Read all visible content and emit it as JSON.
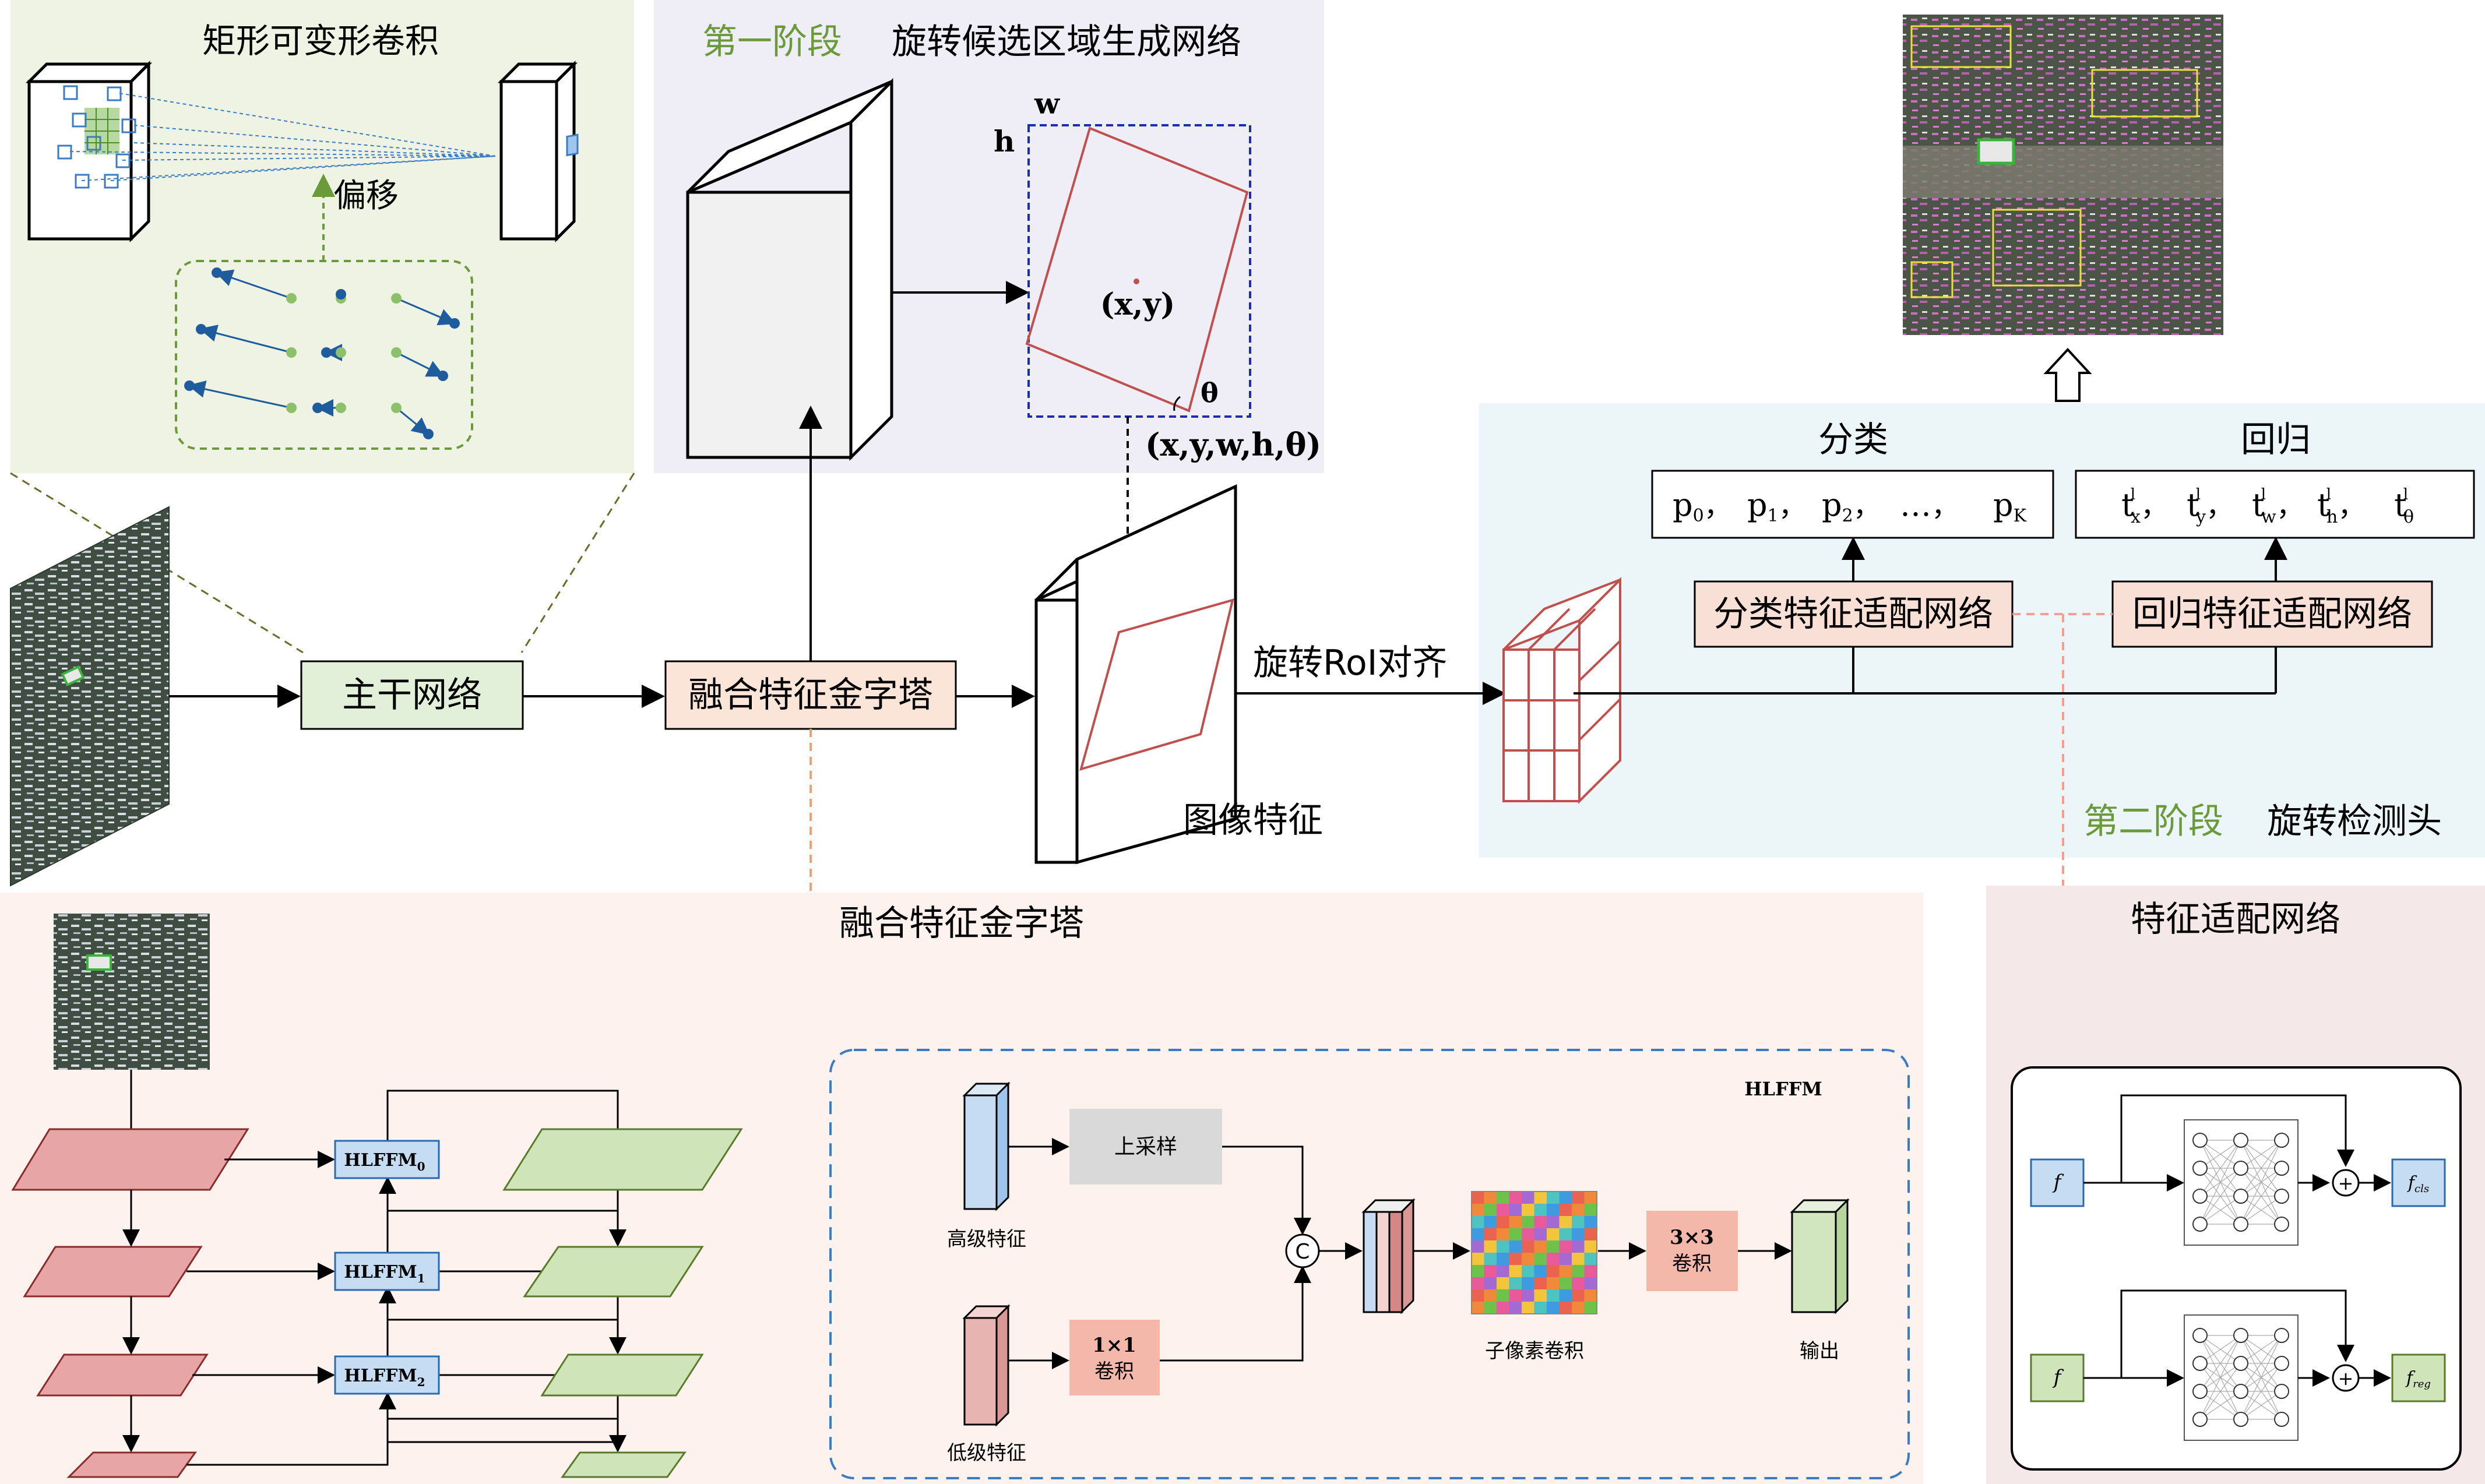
{
  "deform": {
    "title": "矩形可变形卷积",
    "offset": "偏移"
  },
  "stage1": {
    "tag": "第一阶段",
    "title": "旋转候选区域生成网络",
    "w": "w",
    "h": "h",
    "center": "(x,y)",
    "theta": "θ",
    "params": "(x,y,w,h,θ)"
  },
  "backbone": {
    "label": "主干网络"
  },
  "fpn": {
    "label": "融合特征金字塔"
  },
  "image_feature": {
    "label": "图像特征"
  },
  "roi": {
    "label": "旋转RoI对齐"
  },
  "stage2": {
    "cls_title": "分类",
    "reg_title": "回归",
    "cls_probs": [
      "p",
      "p",
      "p",
      "…",
      "p"
    ],
    "cls_subs": [
      "0",
      "1",
      "2",
      "",
      "K"
    ],
    "reg_t": [
      "t",
      "t",
      "t",
      "t",
      "t"
    ],
    "reg_sup": [
      "l",
      "l",
      "l",
      "l",
      "l"
    ],
    "reg_subs": [
      "x",
      "y",
      "w",
      "h",
      "θ"
    ],
    "sep": "，",
    "cls_adapt": "分类特征适配网络",
    "reg_adapt": "回归特征适配网络",
    "tag": "第二阶段",
    "title": "旋转检测头"
  },
  "pyramid": {
    "title": "融合特征金字塔",
    "hlffm": [
      {
        "base": "HLFFM",
        "sub": "0"
      },
      {
        "base": "HLFFM",
        "sub": "1"
      },
      {
        "base": "HLFFM",
        "sub": "2"
      }
    ]
  },
  "hlffm_detail": {
    "title": "HLFFM",
    "upsample": "上采样",
    "high": "高级特征",
    "low": "低级特征",
    "conv1_a": "1×1",
    "conv1_b": "卷积",
    "concat": "C",
    "subpixel": "子像素卷积",
    "conv3_a": "3×3",
    "conv3_b": "卷积",
    "output": "输出"
  },
  "adapt": {
    "title": "特征适配网络",
    "f": "f",
    "plus": "+",
    "out_cls": {
      "base": "f",
      "sub": "cls"
    },
    "out_reg": {
      "base": "f",
      "sub": "reg"
    }
  },
  "colors": {
    "deform_bg": "#eef3e4",
    "stage1_bg": "#efeef6",
    "stage2_bg": "#ecf5f7",
    "pyramid_bg": "#fdf2ed",
    "adapt_bg": "#f5e8e9",
    "red": "#c0504d",
    "green_text": "#6a9a3a",
    "blue_box": "#c6dcf2",
    "pink_box": "#f9e0d6",
    "salmon": "#f4b8ab"
  }
}
